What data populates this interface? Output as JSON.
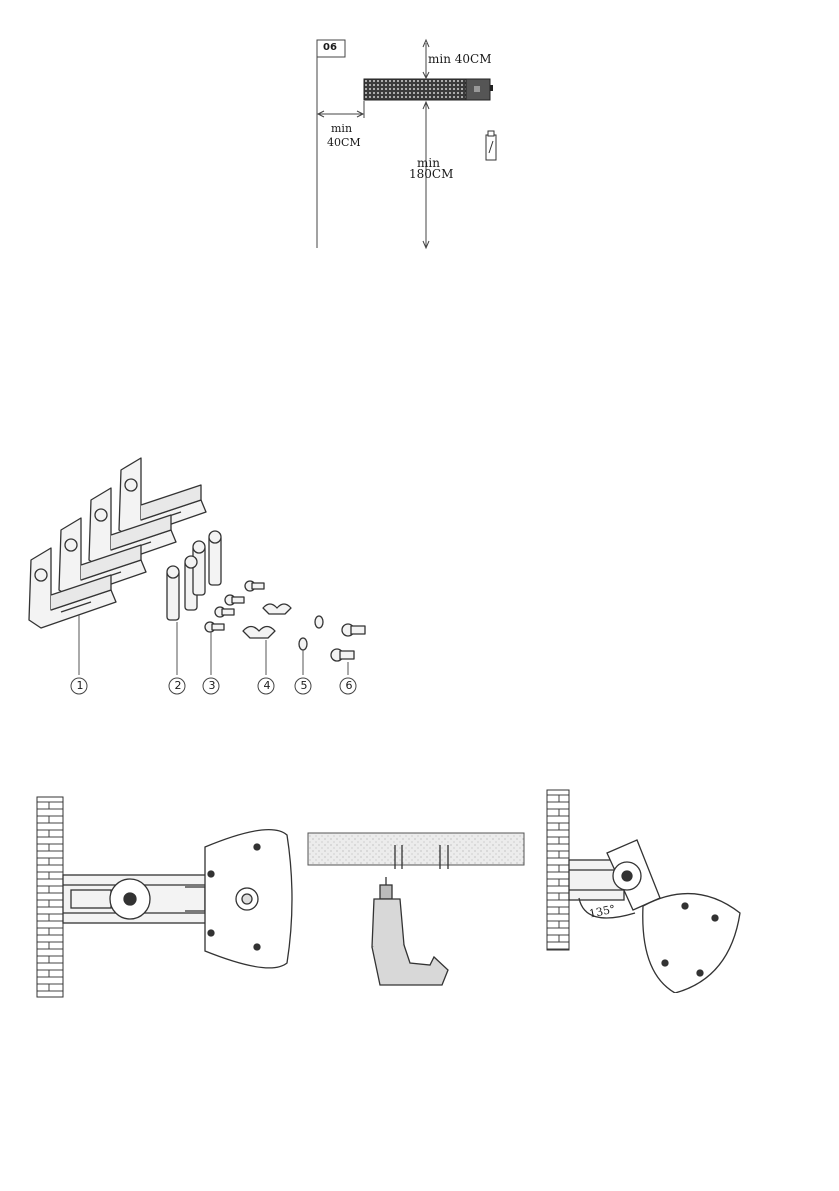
{
  "clearance_diagram": {
    "step_number": "06",
    "top_clearance": "min 40CM",
    "side_label_1": "min",
    "side_label_2": "40CM",
    "floor_label_1": "min",
    "floor_label_2": "180CM"
  },
  "parts": [
    {
      "number": "1",
      "name": "bracket"
    },
    {
      "number": "2",
      "name": "wall-anchor"
    },
    {
      "number": "3",
      "name": "bolt"
    },
    {
      "number": "4",
      "name": "wing-nut"
    },
    {
      "number": "5",
      "name": "washer"
    },
    {
      "number": "6",
      "name": "screw"
    }
  ],
  "tilt_angle": "135°"
}
